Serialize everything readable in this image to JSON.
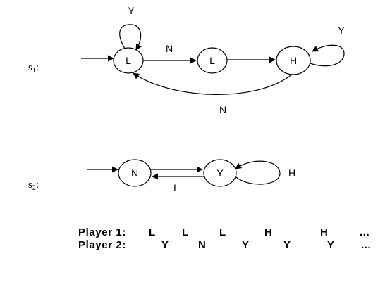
{
  "machines": [
    {
      "name": "s1:",
      "states": [
        "L",
        "L",
        "H"
      ],
      "edges": [
        {
          "from": "start",
          "to": 0,
          "label": ""
        },
        {
          "from": 0,
          "to": 0,
          "label": "Y"
        },
        {
          "from": 0,
          "to": 1,
          "label": "N"
        },
        {
          "from": 1,
          "to": 2,
          "label": ""
        },
        {
          "from": 2,
          "to": 2,
          "label": "Y"
        },
        {
          "from": 2,
          "to": 0,
          "label": "N"
        }
      ]
    },
    {
      "name": "s2:",
      "states": [
        "N",
        "Y"
      ],
      "edges": [
        {
          "from": "start",
          "to": 0,
          "label": ""
        },
        {
          "from": 0,
          "to": 1,
          "label": ""
        },
        {
          "from": 1,
          "to": 0,
          "label": "L"
        },
        {
          "from": 1,
          "to": 1,
          "label": "H"
        }
      ]
    }
  ],
  "play": [
    {
      "player": "Player 1:",
      "actions": [
        "L",
        "L",
        "L",
        "H",
        "H",
        "..."
      ]
    },
    {
      "player": "Player 2:",
      "actions": [
        "Y",
        "N",
        "Y",
        "Y",
        "Y",
        "..."
      ]
    }
  ],
  "colors": {
    "ink": "#000000",
    "background": "#ffffff"
  }
}
